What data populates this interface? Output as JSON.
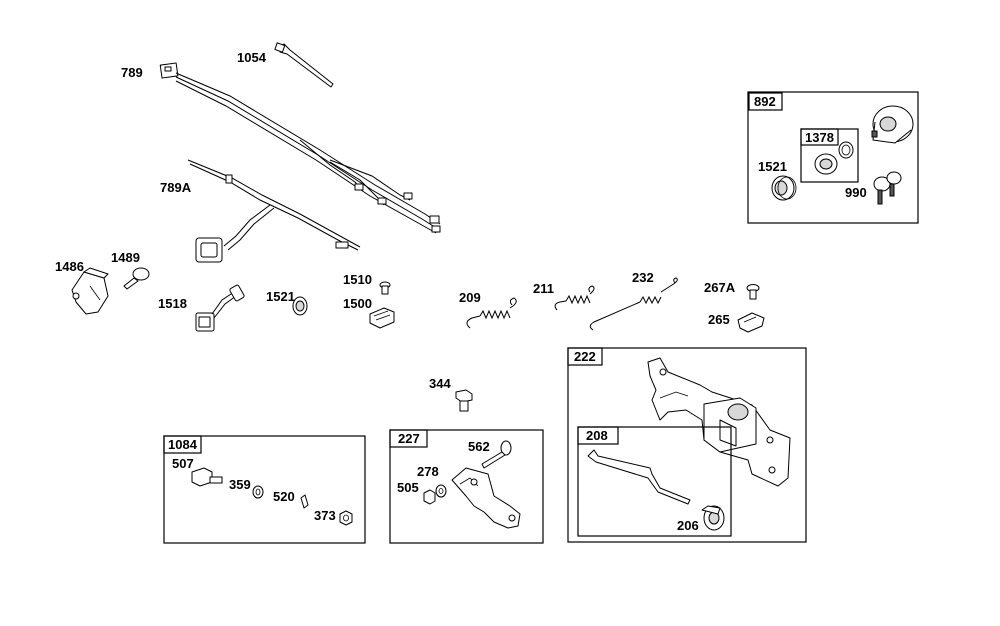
{
  "callouts": {
    "p789": "789",
    "p1054": "1054",
    "p789A": "789A",
    "p1486": "1486",
    "p1489": "1489",
    "p1518": "1518",
    "p1521a": "1521",
    "p1510": "1510",
    "p1500": "1500",
    "p209": "209",
    "p211": "211",
    "p232": "232",
    "p267A": "267A",
    "p265": "265",
    "p344": "344",
    "p892": "892",
    "p1378": "1378",
    "p1521b": "1521",
    "p990": "990",
    "p222": "222",
    "p208": "208",
    "p206": "206",
    "p1084": "1084",
    "p507": "507",
    "p359": "359",
    "p520": "520",
    "p373": "373",
    "p227": "227",
    "p562": "562",
    "p278": "278",
    "p505": "505"
  }
}
